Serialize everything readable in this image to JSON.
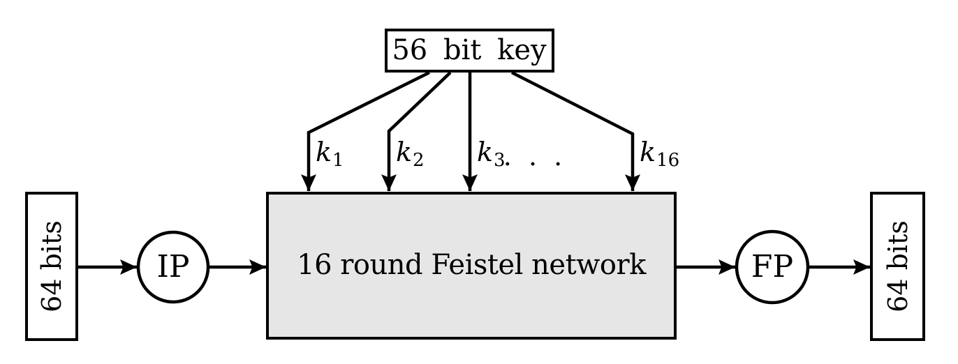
{
  "diagram": {
    "key_box": {
      "label": "56 bit key"
    },
    "round_key_labels": [
      {
        "base": "k",
        "sub": "1"
      },
      {
        "base": "k",
        "sub": "2"
      },
      {
        "base": "k",
        "sub": "3"
      },
      {
        "base": "k",
        "sub": "16"
      }
    ],
    "ellipsis": ". . .",
    "feistel_box": {
      "label": "16 round Feistel network"
    },
    "ip_node": {
      "label": "IP"
    },
    "fp_node": {
      "label": "FP"
    },
    "input_box": {
      "label": "64 bits"
    },
    "output_box": {
      "label": "64 bits"
    },
    "colors": {
      "stroke": "#000000",
      "feistel_fill": "#e6e6e6",
      "background": "#ffffff"
    }
  }
}
